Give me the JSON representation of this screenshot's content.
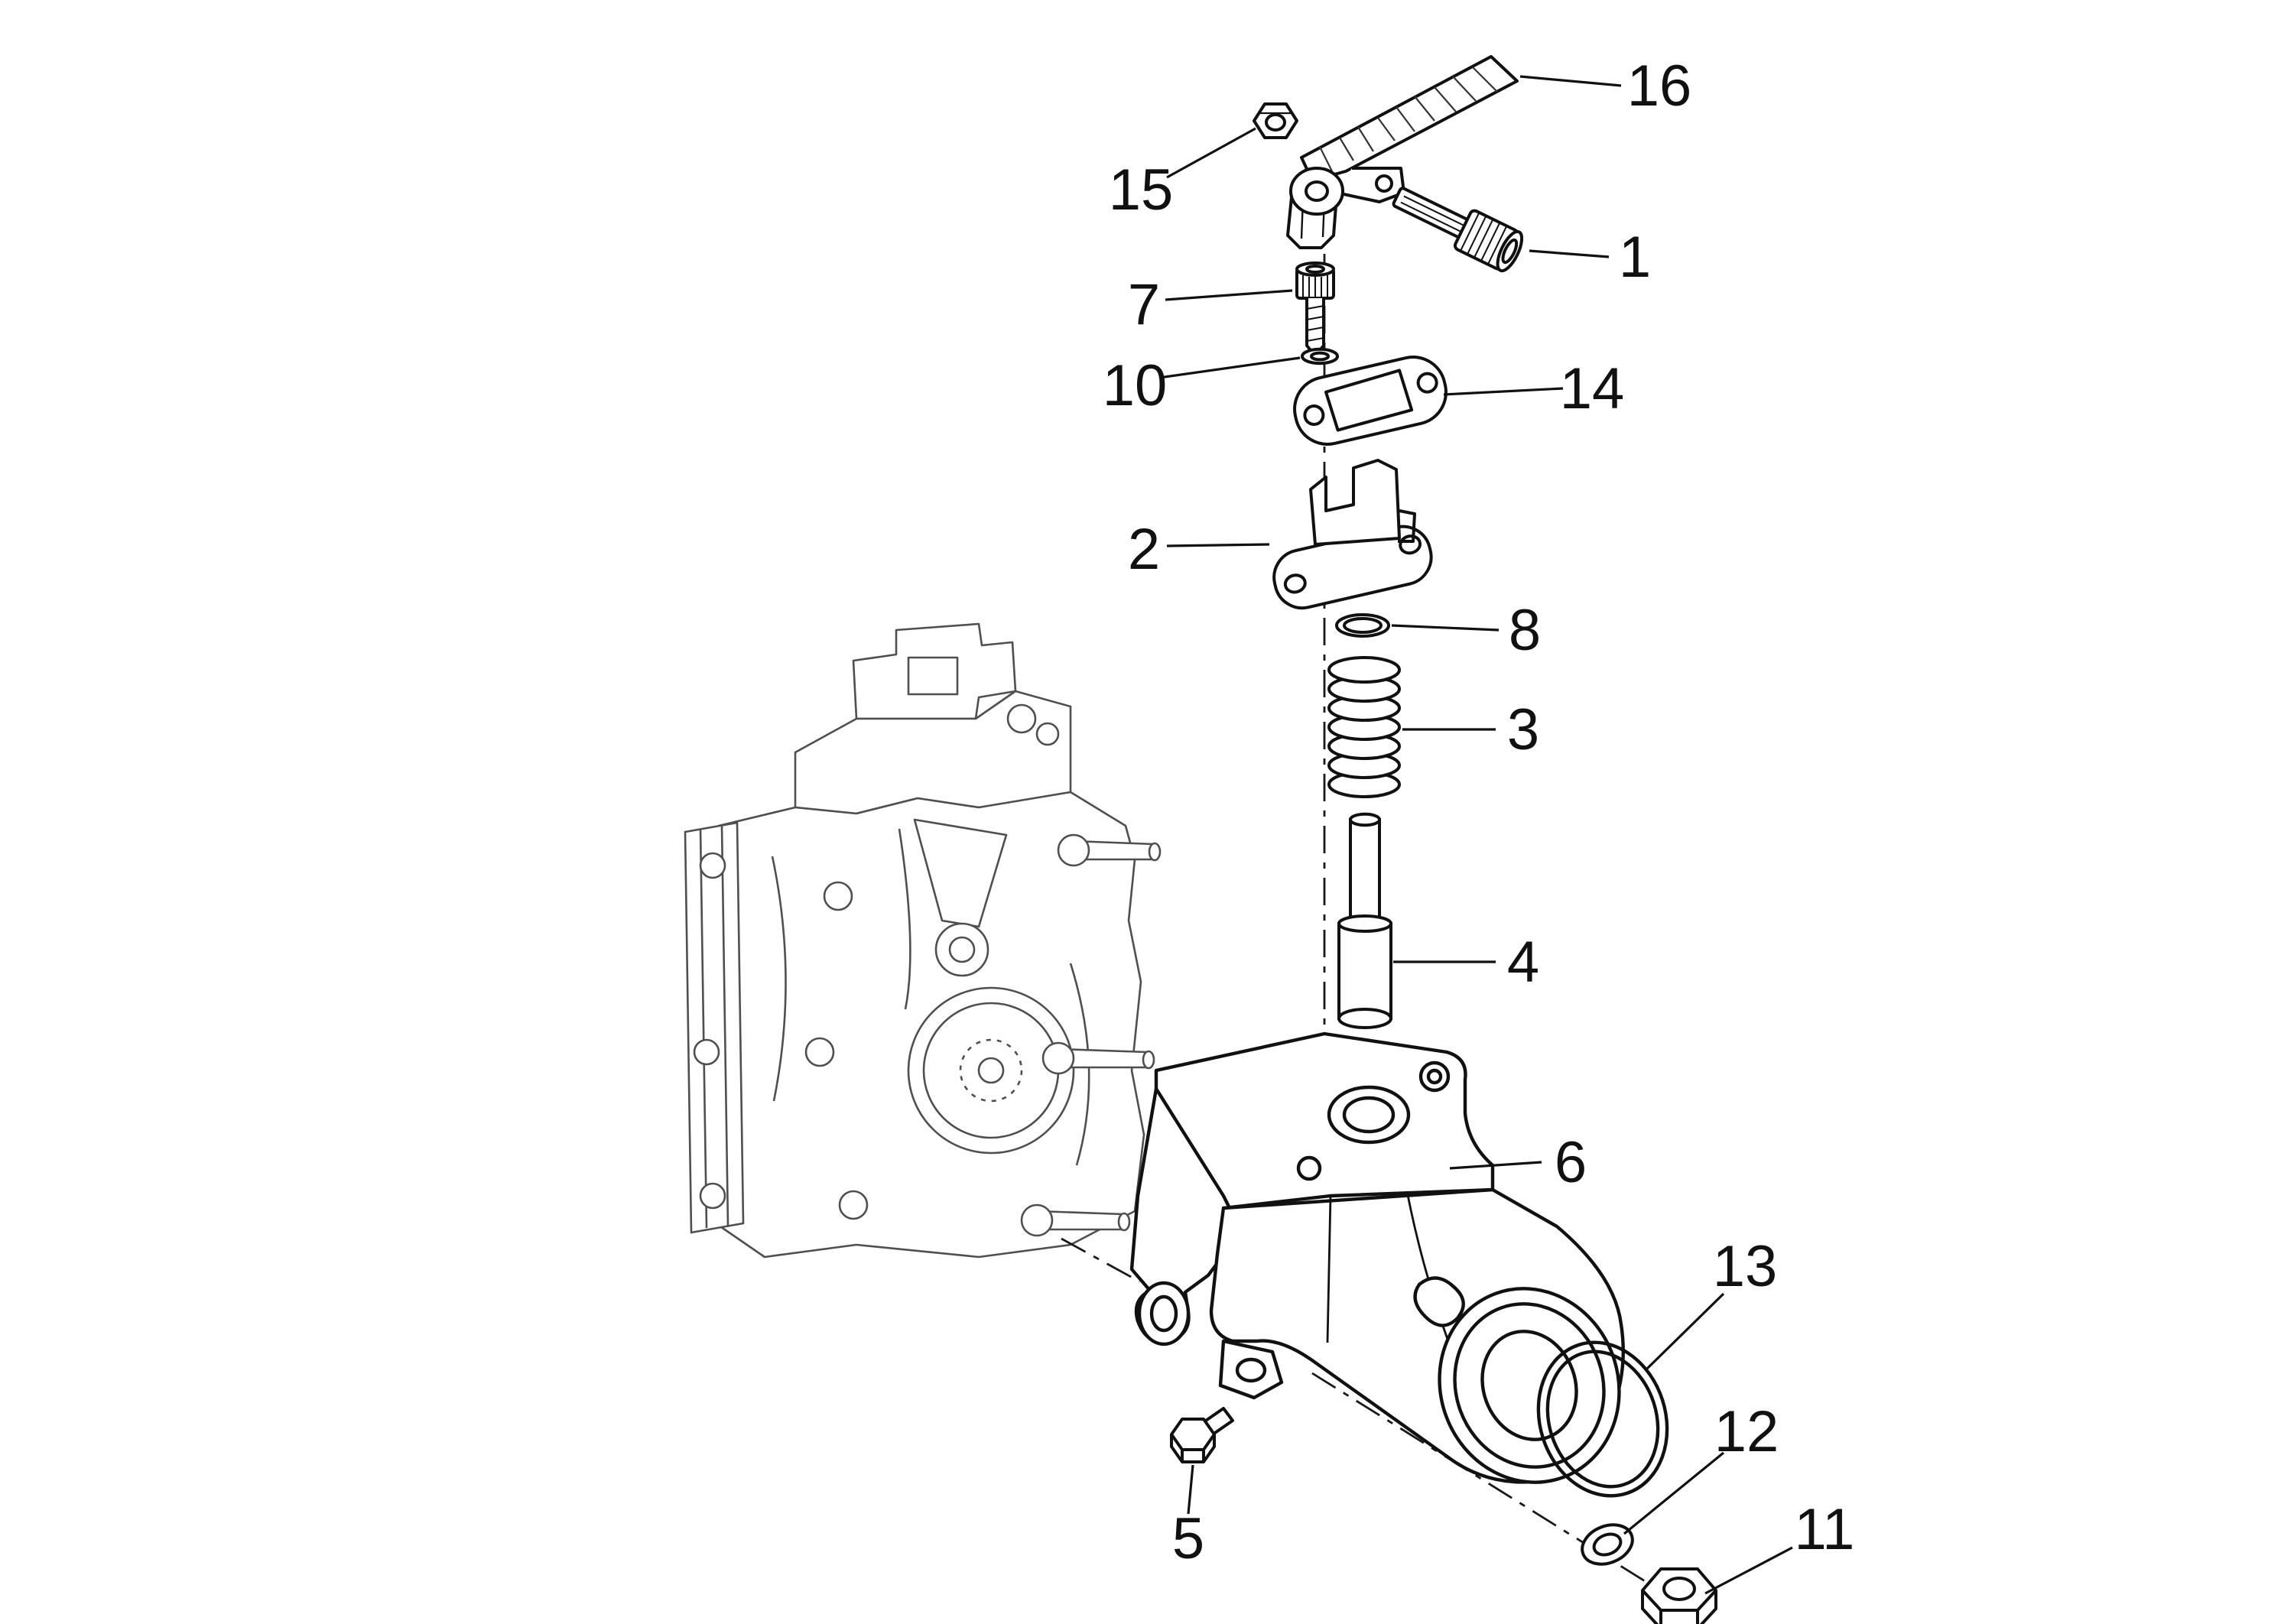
{
  "diagram": {
    "type": "exploded-parts-diagram",
    "background_color": "#ffffff",
    "line_color": "#1a1a1a",
    "secondary_line_color": "#4f4f4f",
    "callouts": [
      {
        "label": "16"
      },
      {
        "label": "15"
      },
      {
        "label": "1"
      },
      {
        "label": "7"
      },
      {
        "label": "10"
      },
      {
        "label": "14"
      },
      {
        "label": "2"
      },
      {
        "label": "8"
      },
      {
        "label": "3"
      },
      {
        "label": "4"
      },
      {
        "label": "6"
      },
      {
        "label": "13"
      },
      {
        "label": "12"
      },
      {
        "label": "11"
      },
      {
        "label": "5"
      }
    ]
  }
}
